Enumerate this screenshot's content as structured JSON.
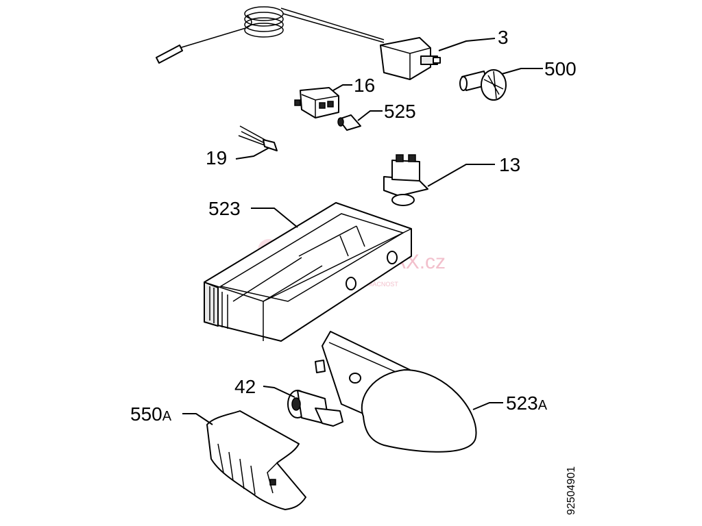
{
  "watermark": {
    "site": "ELEKTRAX.cz",
    "tagline": "PRO VAŠI DOMÁCNOST"
  },
  "document_number": "92504901",
  "callouts": [
    {
      "id": "3",
      "number": "3",
      "suffix": ""
    },
    {
      "id": "500",
      "number": "500",
      "suffix": ""
    },
    {
      "id": "16",
      "number": "16",
      "suffix": ""
    },
    {
      "id": "525",
      "number": "525",
      "suffix": ""
    },
    {
      "id": "19",
      "number": "19",
      "suffix": ""
    },
    {
      "id": "13",
      "number": "13",
      "suffix": ""
    },
    {
      "id": "523",
      "number": "523",
      "suffix": ""
    },
    {
      "id": "42",
      "number": "42",
      "suffix": ""
    },
    {
      "id": "550A",
      "number": "550",
      "suffix": "A"
    },
    {
      "id": "523A",
      "number": "523",
      "suffix": "A"
    }
  ]
}
